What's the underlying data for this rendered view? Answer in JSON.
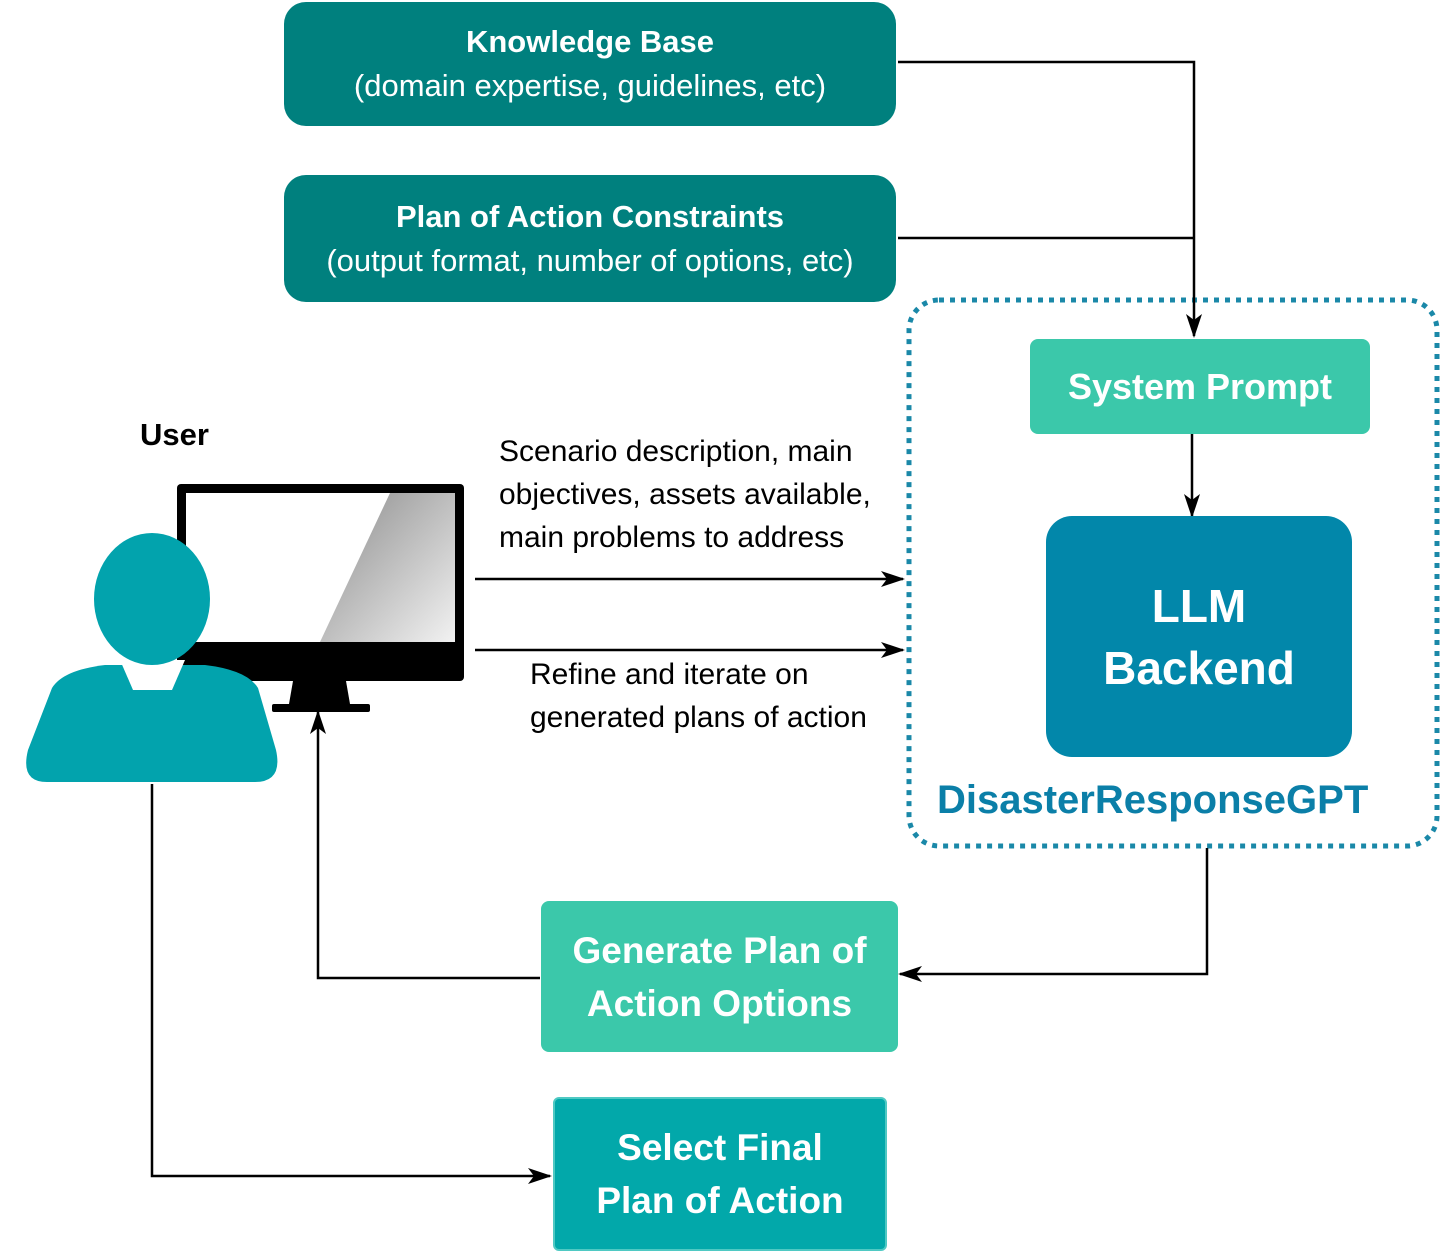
{
  "diagram": {
    "knowledge_base": {
      "title": "Knowledge Base",
      "subtitle": "(domain expertise, guidelines, etc)"
    },
    "constraints": {
      "title": "Plan of Action Constraints",
      "subtitle": "(output format, number of options, etc)"
    },
    "system_prompt": "System Prompt",
    "llm_backend": {
      "line1": "LLM",
      "line2": "Backend"
    },
    "system_name": "DisasterResponseGPT",
    "user_label": "User",
    "input_text": [
      "Scenario description, main",
      "objectives, assets available,",
      "main problems to address"
    ],
    "refine_text": [
      "Refine and iterate on",
      "generated plans of action"
    ],
    "generate_box": {
      "line1": "Generate Plan of",
      "line2": "Action Options"
    },
    "select_box": {
      "line1": "Select Final",
      "line2": "Plan of Action"
    }
  },
  "colors": {
    "dark_teal": "#00807e",
    "mint": "#3bc8aa",
    "teal": "#02a8aa",
    "llm_blue": "#0287aa",
    "label_blue": "#0b7fa8"
  },
  "icons": [
    "user-person-icon",
    "computer-monitor-icon"
  ]
}
